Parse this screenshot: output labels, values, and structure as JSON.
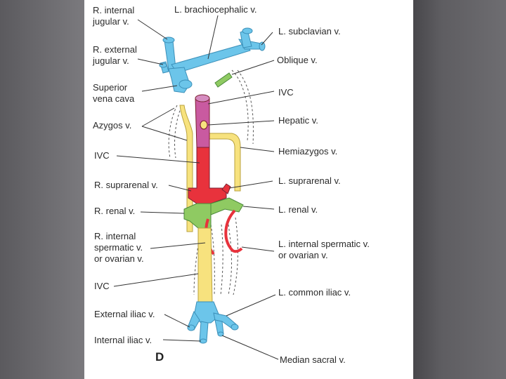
{
  "panel_letter": "D",
  "labels": {
    "r_internal_jugular": "R. internal\njugular v.",
    "l_brachiocephalic": "L. brachiocephalic v.",
    "l_subclavian": "L. subclavian v.",
    "r_external_jugular": "R. external\njugular v.",
    "oblique": "Oblique v.",
    "superior_vena_cava": "Superior\nvena cava",
    "ivc_top": "IVC",
    "azygos": "Azygos v.",
    "hepatic": "Hepatic v.",
    "hemiazygos": "Hemiazygos v.",
    "ivc_mid": "IVC",
    "l_suprarenal": "L. suprarenal v.",
    "r_suprarenal": "R. suprarenal v.",
    "r_renal": "R. renal v.",
    "l_renal": "L. renal v.",
    "r_internal_spermatic": "R. internal\nspermatic v.\nor ovarian v.",
    "l_internal_spermatic": "L. internal spermatic v.\nor ovarian v.",
    "ivc_low": "IVC",
    "l_common_iliac": "L. common iliac v.",
    "external_iliac": "External iliac v.",
    "internal_iliac": "Internal iliac v.",
    "median_sacral": "Median sacral v."
  },
  "colors": {
    "blue": "#6cc5ea",
    "yellow": "#f7e27e",
    "red": "#e8323c",
    "pink": "#c95aa0",
    "green": "#8fca62",
    "leader": "#333333",
    "dashed": "#555555"
  }
}
